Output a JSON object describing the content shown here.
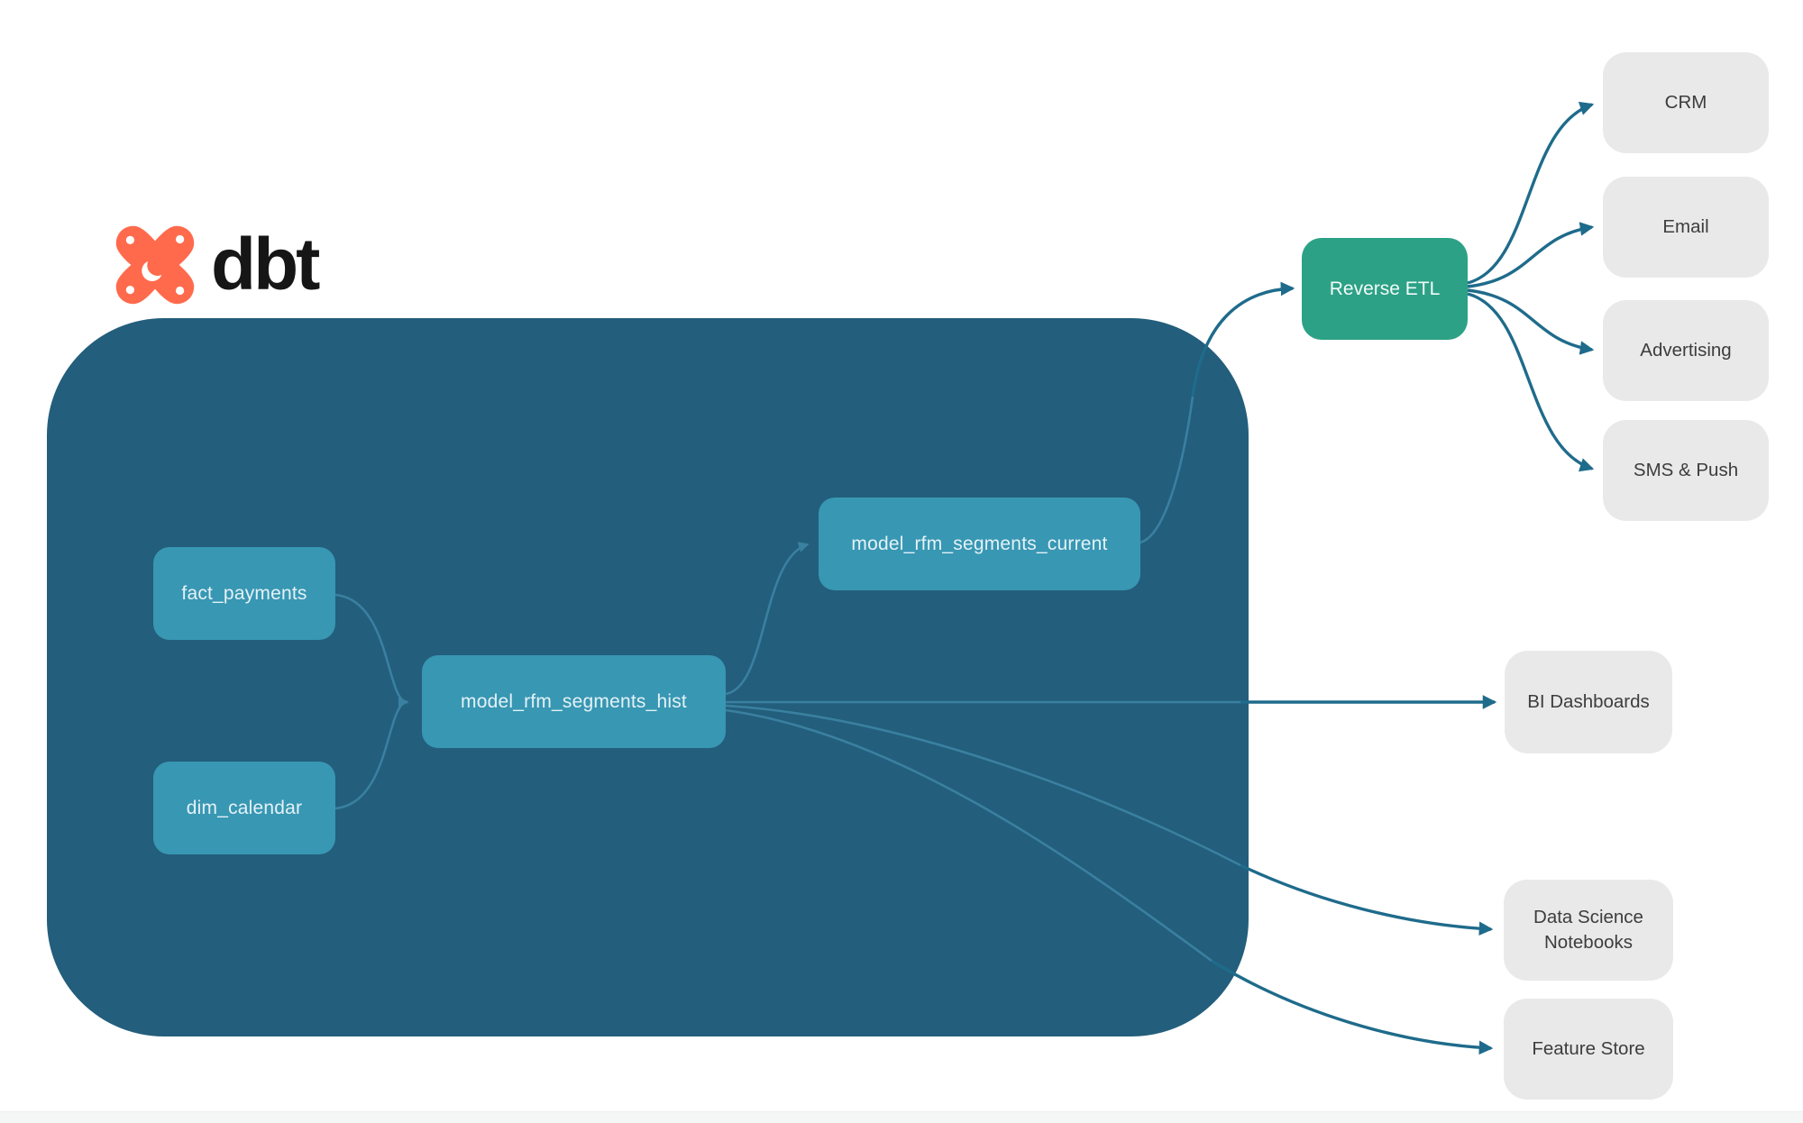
{
  "logo": {
    "text": "dbt"
  },
  "warehouse": {
    "nodes": {
      "fact_payments": "fact_payments",
      "dim_calendar": "dim_calendar",
      "hist": "model_rfm_segments_hist",
      "current": "model_rfm_segments_current"
    }
  },
  "reverse_etl": {
    "label": "Reverse ETL"
  },
  "destinations": {
    "crm": "CRM",
    "email": "Email",
    "advertising": "Advertising",
    "sms_push": "SMS & Push",
    "bi_dashboards": "BI Dashboards",
    "ds_notebooks": "Data Science Notebooks",
    "feature_store": "Feature Store"
  },
  "colors": {
    "warehouse_bg": "#235e7c",
    "node_bg": "#3897b3",
    "reverse_etl_bg": "#2ca186",
    "destination_bg": "#e9e9e9",
    "edge_inside": "#3a80a0",
    "edge_outside": "#1f6b8b",
    "logo_orange": "#ff6a4d",
    "logo_text": "#161616"
  }
}
